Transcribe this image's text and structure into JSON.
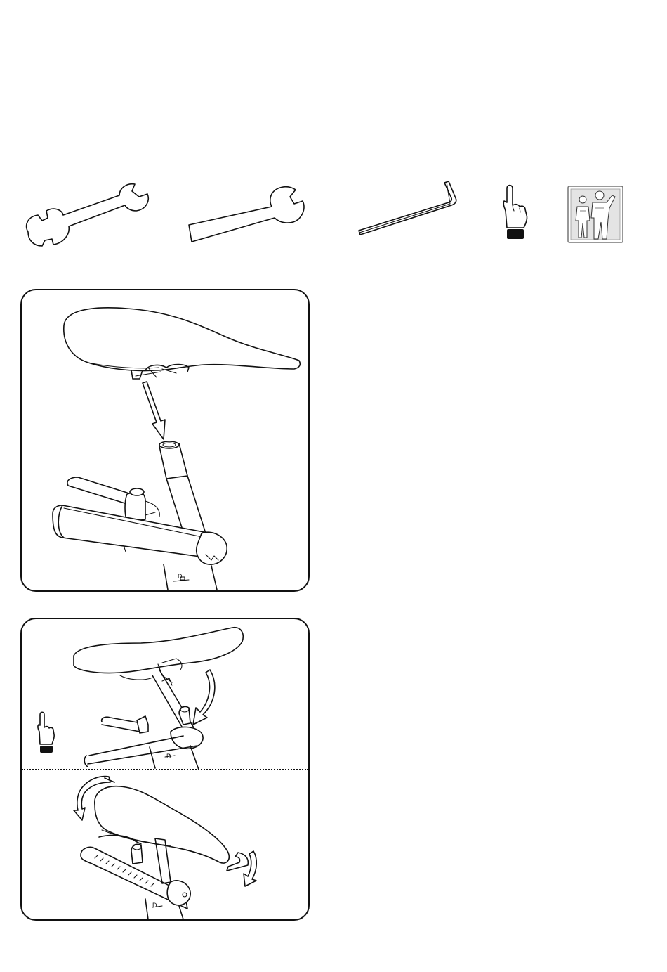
{
  "page": {
    "tools": [
      {
        "id": "wrench-1",
        "icon": "open-end-wrench-icon"
      },
      {
        "id": "wrench-2",
        "icon": "open-end-wrench-icon"
      },
      {
        "id": "hex-key",
        "icon": "allen-key-icon"
      },
      {
        "id": "note",
        "icon": "pointing-hand-icon"
      },
      {
        "id": "two-person",
        "icon": "two-person-assembly-icon"
      }
    ],
    "figures": [
      {
        "id": "step-seat-insert",
        "icon": "seat-insert-diagram",
        "label": "D"
      },
      {
        "id": "step-seat-adjust",
        "icon": "seat-adjust-diagram",
        "label_top": "D",
        "label_bottom": "D"
      }
    ],
    "colors": {
      "ink": "#111111",
      "background": "#ffffff"
    }
  }
}
